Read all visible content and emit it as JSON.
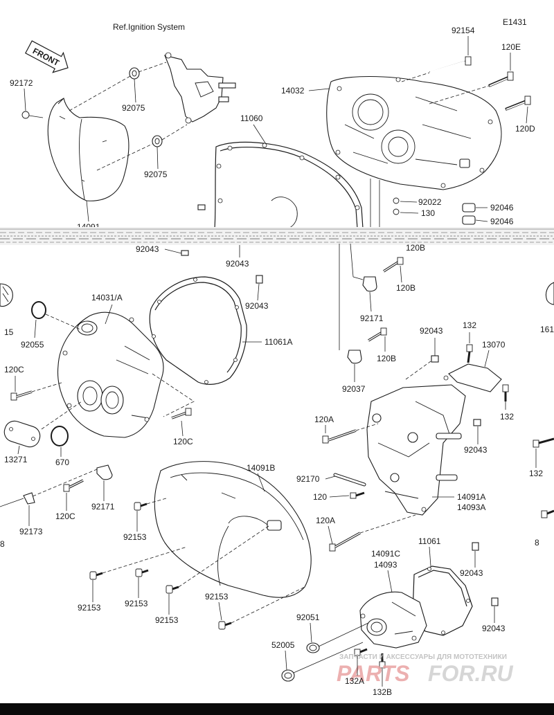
{
  "diagram_code": "E1431",
  "ref_note": "Ref.Ignition System",
  "front_arrow": "FRONT",
  "labels": {
    "l92154": "92154",
    "l120E": "120E",
    "l14032": "14032",
    "l120D": "120D",
    "l92172": "92172",
    "l92075a": "92075",
    "l92075b": "92075",
    "l11060": "11060",
    "l14091": "14091",
    "l92022": "92022",
    "l130": "130",
    "l92046a": "92046",
    "l92046b": "92046",
    "l92043top": "92043",
    "l92043mid": "92043",
    "l120B_top": "120B",
    "l14031A": "14031/A",
    "l92043g": "92043",
    "l15": "15",
    "l92055": "92055",
    "l11061A": "11061A",
    "l161": "161",
    "l92171a": "92171",
    "l120B_mid": "120B",
    "l92043r": "92043",
    "l132top": "132",
    "l13070": "13070",
    "l120C_left": "120C",
    "l92037": "92037",
    "l132mid": "132",
    "l120A_top": "120A",
    "l120C_mid": "120C",
    "l92043r2": "92043",
    "l13271": "13271",
    "l670": "670",
    "l132right": "132",
    "l14091B": "14091B",
    "l92170": "92170",
    "l120": "120",
    "l14091A": "14091A",
    "l14093A": "14093A",
    "l120C_low": "120C",
    "l92171b": "92171",
    "l8": "8",
    "l92173": "92173",
    "l92153a": "92153",
    "l120A_low": "120A",
    "l120B_right": "120B",
    "l11061": "11061",
    "l14091C": "14091C",
    "l14093": "14093",
    "l92043c": "92043",
    "l92153b": "92153",
    "l92153c": "92153",
    "l92153d": "92153",
    "l92153e": "92153",
    "l92051": "92051",
    "l92043d": "92043",
    "l52005": "52005",
    "l132A": "132A",
    "l132B": "132B"
  },
  "watermark": {
    "subtitle": "ЗАПЧАСТИ И АКСЕССУАРЫ ДЛЯ МОТОТЕХНИКИ",
    "brand_left": "PARTS",
    "brand_right": "FOR.RU"
  }
}
